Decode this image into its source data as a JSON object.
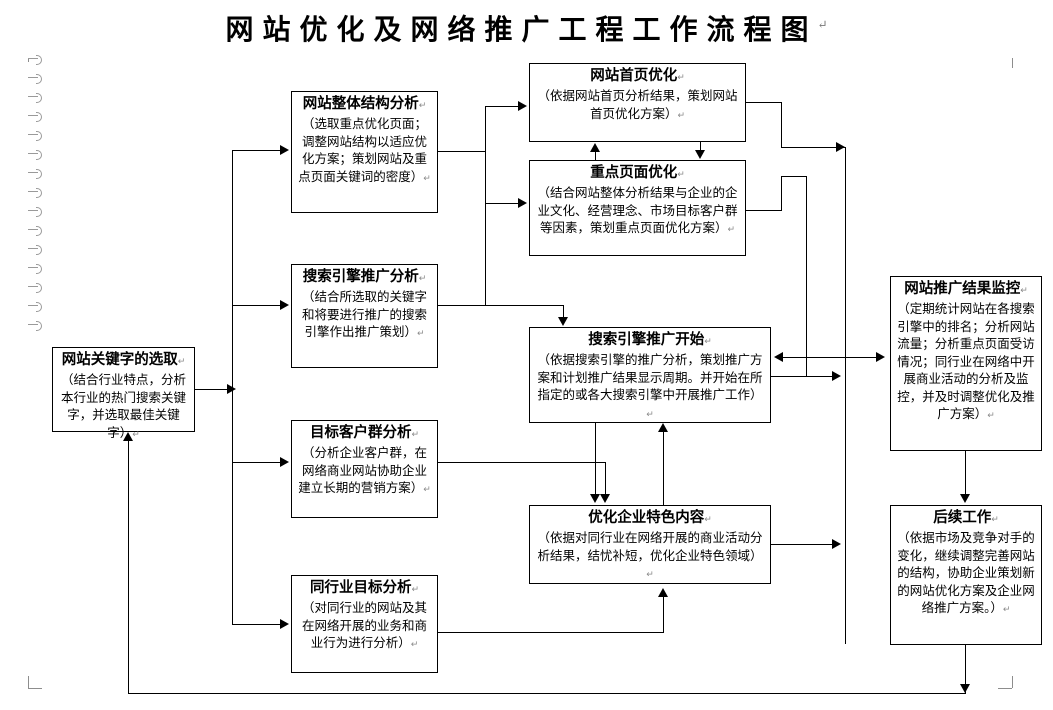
{
  "document": {
    "title": "网站优化及网络推广工程工作流程图",
    "title_mark": "↵"
  },
  "nodes": [
    {
      "id": "keyword-selection",
      "name": "网站关键字的选取",
      "desc": "（结合行业特点，分析本行业的热门搜索关键字，并选取最佳关键字）",
      "mark": "↵"
    },
    {
      "id": "site-structure-analysis",
      "name": "网站整体结构分析",
      "desc": "（选取重点优化页面；调整网站结构以适应优化方案；策划网站及重点页面关键词的密度）",
      "mark": "↵"
    },
    {
      "id": "search-engine-promo-analysis",
      "name": "搜索引擎推广分析",
      "desc": "（结合所选取的关键字和将要进行推广的搜索引擎作出推广策划）",
      "mark": "↵"
    },
    {
      "id": "target-customer-analysis",
      "name": "目标客户群分析",
      "desc": "（分析企业客户群，在网络商业网站协助企业建立长期的营销方案）",
      "mark": "↵"
    },
    {
      "id": "peer-industry-analysis",
      "name": "同行业目标分析",
      "desc": "（对同行业的网站及其在网络开展的业务和商业行为进行分析）",
      "mark": "↵"
    },
    {
      "id": "homepage-optimization",
      "name": "网站首页优化",
      "desc": "（依据网站首页分析结果，策划网站首页优化方案）",
      "mark": "↵"
    },
    {
      "id": "key-page-optimization",
      "name": "重点页面优化",
      "desc": "（结合网站整体分析结果与企业的企业文化、经营理念、市场目标客户群等因素，策划重点页面优化方案）",
      "mark": "↵"
    },
    {
      "id": "search-engine-promo-start",
      "name": "搜索引擎推广开始",
      "desc": "（依据搜索引擎的推广分析，策划推广方案和计划推广结果显示周期。并开始在所指定的或各大搜索引擎中开展推广工作）",
      "mark": "↵"
    },
    {
      "id": "optimize-featured-content",
      "name": "优化企业特色内容",
      "desc": "（依据对同行业在网络开展的商业活动分析结果，结忧补短，优化企业特色领域）",
      "mark": "↵"
    },
    {
      "id": "promo-result-monitoring",
      "name": "网站推广结果监控",
      "desc": "（定期统计网站在各搜索引擎中的排名；分析网站流量；分析重点页面受访情况；同行业在网络中开展商业活动的分析及监控，并及时调整优化及推广方案）",
      "mark": "↵"
    },
    {
      "id": "follow-up-work",
      "name": "后续工作",
      "desc": "（依据市场及竞争对手的变化，继续调整完善网站的结构，协助企业策划新的网站优化方案及企业网络推广方案。）",
      "mark": "↵"
    }
  ],
  "node_text": {
    "keyword_selection_title": "网站关键字的选取",
    "keyword_selection_desc": "（结合行业特点，分析本行业的热门搜索关键字，并选取最佳关键字）",
    "site_structure_title": "网站整体结构分析",
    "site_structure_desc": "（选取重点优化页面；调整网站结构以适应优化方案；策划网站及重点页面关键词的密度）",
    "se_promo_analysis_title": "搜索引擎推广分析",
    "se_promo_analysis_desc": "（结合所选取的关键字和将要进行推广的搜索引擎作出推广策划）",
    "target_customer_title": "目标客户群分析",
    "target_customer_desc": "（分析企业客户群，在网络商业网站协助企业建立长期的营销方案）",
    "peer_industry_title": "同行业目标分析",
    "peer_industry_desc": "（对同行业的网站及其在网络开展的业务和商业行为进行分析）",
    "homepage_opt_title": "网站首页优化",
    "homepage_opt_desc": "（依据网站首页分析结果，策划网站首页优化方案）",
    "key_page_opt_title": "重点页面优化",
    "key_page_opt_desc": "（结合网站整体分析结果与企业的企业文化、经营理念、市场目标客户群等因素，策划重点页面优化方案）",
    "se_promo_start_title": "搜索引擎推广开始",
    "se_promo_start_desc": "（依据搜索引擎的推广分析，策划推广方案和计划推广结果显示周期。并开始在所指定的或各大搜索引擎中开展推广工作）",
    "featured_content_title": "优化企业特色内容",
    "featured_content_desc": "（依据对同行业在网络开展的商业活动分析结果，结忧补短，优化企业特色领域）",
    "monitoring_title": "网站推广结果监控",
    "monitoring_desc": "（定期统计网站在各搜索引擎中的排名；分析网站流量；分析重点页面受访情况；同行业在网络中开展商业活动的分析及监控，并及时调整优化及推广方案）",
    "follow_up_title": "后续工作",
    "follow_up_desc": "（依据市场及竞争对手的变化，继续调整完善网站的结构，协助企业策划新的网站优化方案及企业网络推广方案。）"
  },
  "marks": {
    "pilcrow": "↵"
  },
  "colors": {
    "line": "#000000",
    "box_border": "#000000",
    "background": "#ffffff",
    "pilcrow": "#8a8a8a",
    "margin_rule": "#8d8d8d"
  }
}
